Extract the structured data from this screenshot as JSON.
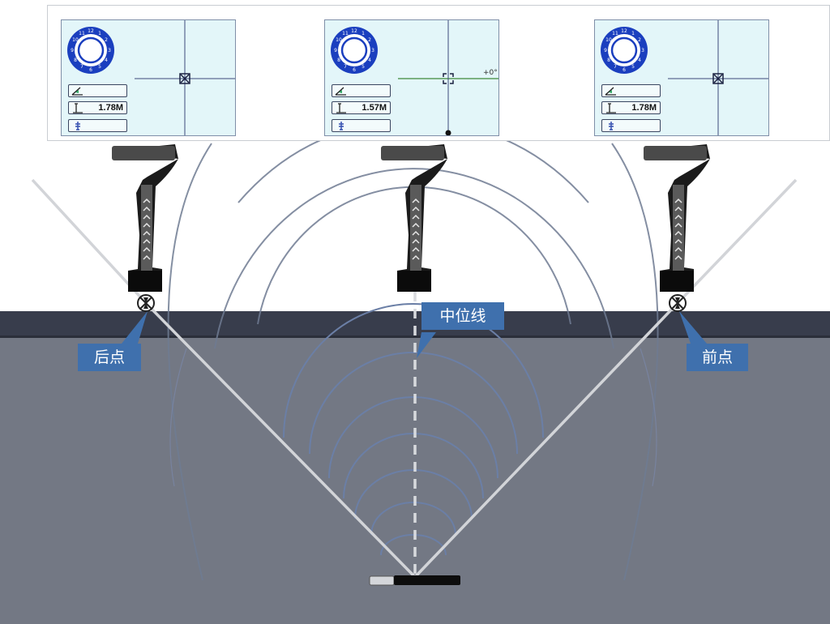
{
  "screens": [
    {
      "depth": "1.78M",
      "angle": ""
    },
    {
      "depth": "1.57M",
      "angle": "+0°"
    },
    {
      "depth": "1.78M",
      "angle": ""
    }
  ],
  "labels": {
    "rear_point": "后点",
    "center_line": "中位线",
    "front_point": "前点"
  },
  "colors": {
    "ground_top": "#383d4c",
    "ground": "#737884",
    "dial": "#1b3fbf",
    "callout": "#3f70ad",
    "wave": "#6b7fa6",
    "beam": "#d2d4d8"
  }
}
